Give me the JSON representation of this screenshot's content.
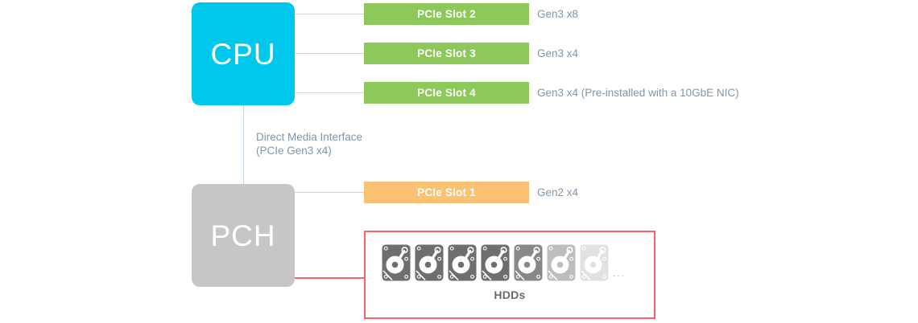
{
  "diagram": {
    "title": "CPU / PCH PCIe slot block diagram",
    "colors": {
      "cpu": "#00c8ea",
      "pch": "#c6c6c6",
      "slot_green": "#8cc85a",
      "slot_orange": "#fcc273",
      "highlight_red": "#f9626a",
      "connector": "#c9d6e0",
      "description_text": "#7f96ab",
      "hdd_label_text": "#6a6a6a"
    }
  },
  "processors": {
    "cpu": {
      "label": "CPU"
    },
    "pch": {
      "label": "PCH"
    }
  },
  "interconnect": {
    "line1": "Direct Media Interface",
    "line2": "(PCIe Gen3 x4)"
  },
  "slots": [
    {
      "label": "PCIe Slot 2",
      "description": "Gen3 x8",
      "color": "green",
      "host": "cpu"
    },
    {
      "label": "PCIe Slot 3",
      "description": "Gen3 x4",
      "color": "green",
      "host": "cpu"
    },
    {
      "label": "PCIe Slot 4",
      "description": "Gen3 x4 (Pre-installed with a 10GbE NIC)",
      "color": "green",
      "host": "cpu"
    },
    {
      "label": "PCIe Slot 1",
      "description": "Gen2 x4",
      "color": "orange",
      "host": "pch"
    }
  ],
  "storage": {
    "label": "HDDs",
    "ellipsis": "...",
    "drive_count_shown": 7,
    "drive_opacities": [
      1,
      1,
      1,
      1,
      0.82,
      0.45,
      0.2
    ]
  }
}
